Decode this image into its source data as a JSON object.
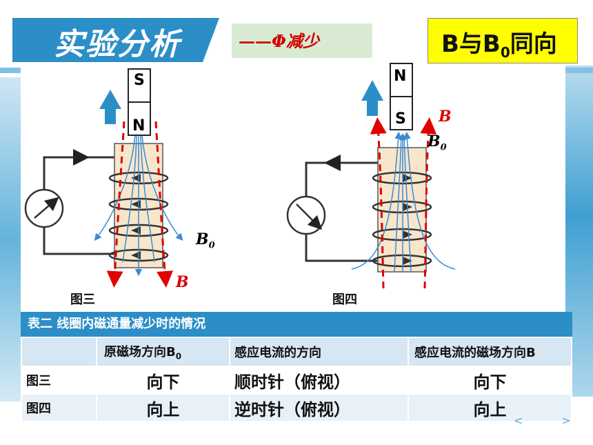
{
  "header": {
    "title": "实验分析",
    "subtitle": "——Φ减少",
    "highlight_prefix": "B与B",
    "highlight_sub": "0",
    "highlight_suffix": "同向"
  },
  "figures": {
    "fig3": {
      "caption": "图三",
      "magnet_top": "S",
      "magnet_bottom": "N",
      "label_b0": "B",
      "label_b0_sub": "0",
      "label_b": "B"
    },
    "fig4": {
      "caption": "图四",
      "magnet_top": "N",
      "magnet_bottom": "S",
      "label_b0": "B",
      "label_b0_sub": "0",
      "label_b": "B"
    }
  },
  "table": {
    "title": "表二  线圈内磁通量减少时的情况",
    "headers": [
      "",
      "原磁场方向B",
      "感应电流的方向",
      "感应电流的磁场方向B"
    ],
    "header_sub": "0",
    "rows": [
      [
        "图三",
        "向下",
        "顺时针（俯视）",
        "向下"
      ],
      [
        "图四",
        "向上",
        "逆时针（俯视）",
        "向上"
      ]
    ]
  },
  "nav": {
    "prev": "<",
    "next": ">"
  },
  "colors": {
    "accent": "#2c8ec7",
    "highlight": "#ffff00",
    "field_red": "#e00000",
    "field_blue": "#3a8ad0"
  }
}
